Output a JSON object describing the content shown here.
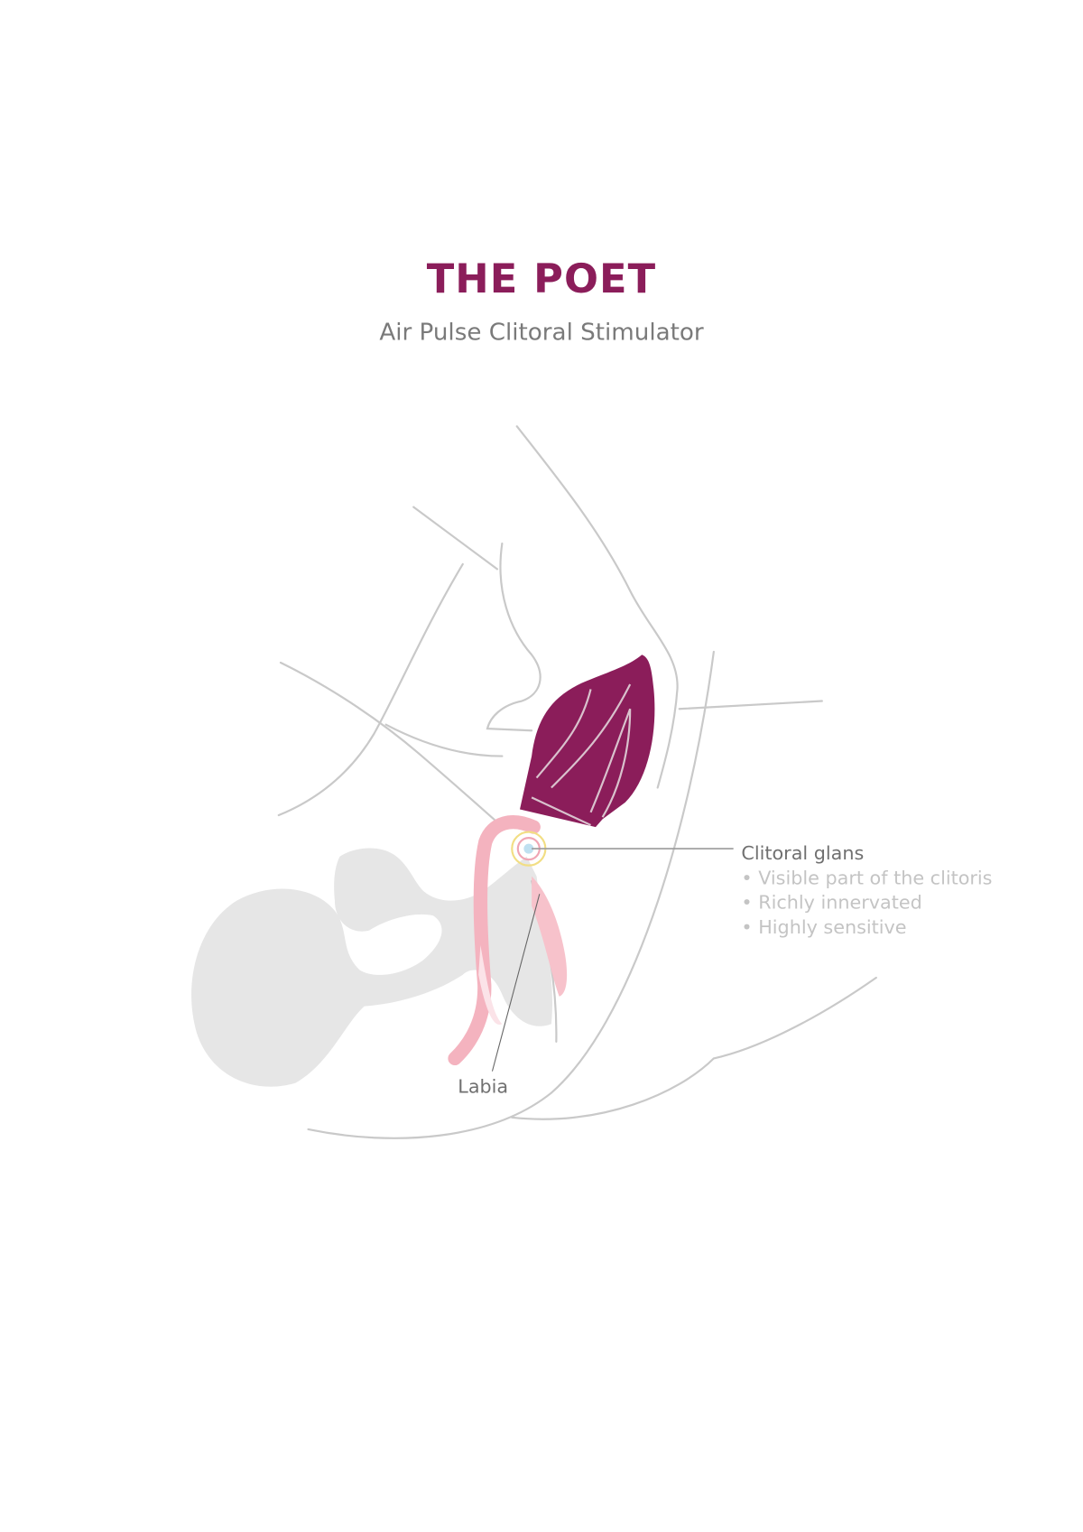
{
  "header": {
    "title": "THE POET",
    "subtitle": "Air Pulse Clitoral Stimulator"
  },
  "labels": {
    "glans": {
      "title": "Clitoral glans",
      "bullets": [
        "• Visible part of the clitoris",
        "• Richly innervated",
        "• Highly sensitive"
      ]
    },
    "labia": "Labia"
  },
  "colors": {
    "brand": "#8b1d5a",
    "outline": "#c9c9c9",
    "body_fill": "#e6e6e6",
    "labia_pink": "#f4b3bf",
    "pulse_yellow": "#f2de84",
    "label_text": "#707070",
    "bullet_text": "#c4c4c4"
  }
}
